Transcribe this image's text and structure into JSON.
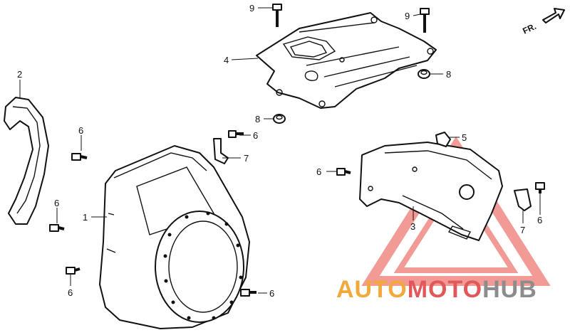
{
  "direction_label": "FR.",
  "callouts": [
    {
      "id": "c9a",
      "text": "9"
    },
    {
      "id": "c9b",
      "text": "9"
    },
    {
      "id": "c4",
      "text": "4"
    },
    {
      "id": "c8a",
      "text": "8"
    },
    {
      "id": "c2",
      "text": "2"
    },
    {
      "id": "c8b",
      "text": "8"
    },
    {
      "id": "c6a",
      "text": "6"
    },
    {
      "id": "c6b",
      "text": "6"
    },
    {
      "id": "c5",
      "text": "5"
    },
    {
      "id": "c7a",
      "text": "7"
    },
    {
      "id": "c6c",
      "text": "6"
    },
    {
      "id": "c6d",
      "text": "6"
    },
    {
      "id": "c1",
      "text": "1"
    },
    {
      "id": "c3",
      "text": "3"
    },
    {
      "id": "c6e",
      "text": "6"
    },
    {
      "id": "c7b",
      "text": "7"
    },
    {
      "id": "c6f",
      "text": "6"
    },
    {
      "id": "c6g",
      "text": "6"
    }
  ],
  "watermark": {
    "part_auto": "AUTO",
    "part_moto": "MOTO",
    "part_hub": "HUB",
    "colors": {
      "auto": "#f2a93b",
      "moto": "#e2585a",
      "hub": "#8c8c8c",
      "triangle": "#e8483f"
    }
  }
}
